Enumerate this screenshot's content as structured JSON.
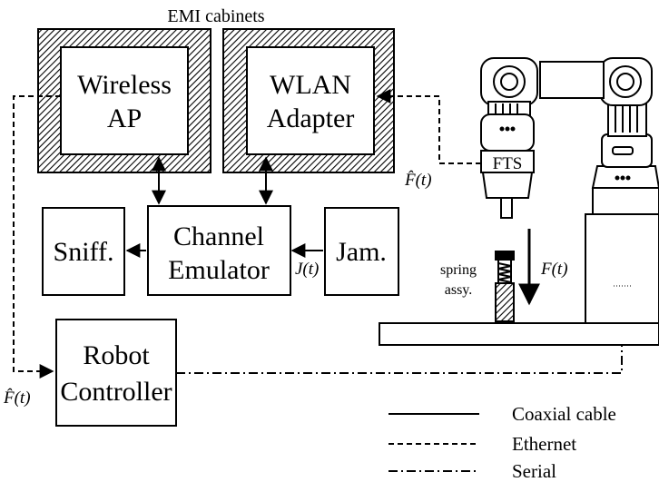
{
  "title": "EMI cabinets",
  "blocks": {
    "wireless_ap": [
      "Wireless",
      "AP"
    ],
    "wlan_adapter": [
      "WLAN",
      "Adapter"
    ],
    "channel_emulator": [
      "Channel",
      "Emulator"
    ],
    "sniffer": "Sniff.",
    "jammer": "Jam.",
    "robot_controller": [
      "Robot",
      "Controller"
    ],
    "fts": "FTS"
  },
  "signals": {
    "jamming": "J(t)",
    "force_measured": "F̂(t)",
    "force_controller": "F̂(t)",
    "force_applied": "F(t)"
  },
  "spring_assembly": [
    "spring",
    "assy."
  ],
  "legend": [
    {
      "label": "Coaxial cable",
      "style": "solid"
    },
    {
      "label": "Ethernet",
      "style": "dashed"
    },
    {
      "label": "Serial",
      "style": "dash-dot"
    }
  ]
}
